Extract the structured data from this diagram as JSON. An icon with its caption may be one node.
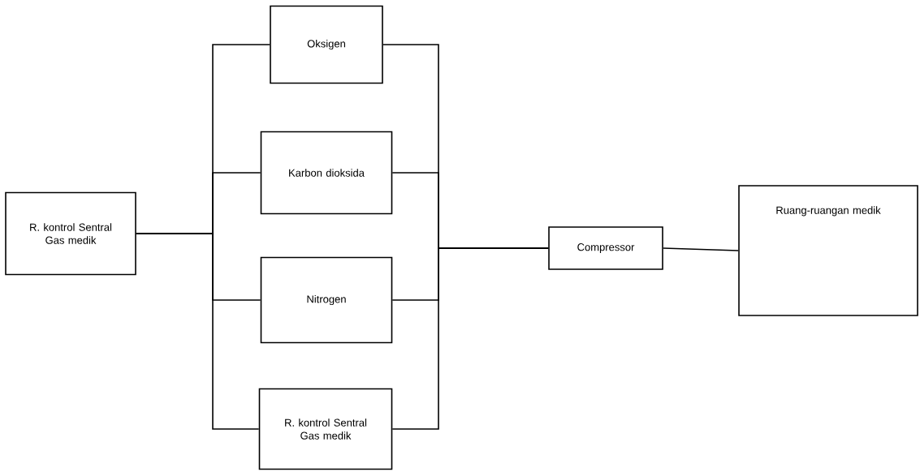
{
  "diagram": {
    "nodes": [
      {
        "text": [
          "R. kontrol Sentral Gas medik"
        ]
      },
      {
        "text": [
          "Oksigen"
        ]
      },
      {
        "text": [
          "Karbon dioksida"
        ]
      },
      {
        "text": [
          "Nitrogen"
        ]
      },
      {
        "text": [
          "R. kontrol Sentral Gas medik"
        ]
      },
      {
        "text": [
          "Compressor"
        ]
      },
      {
        "text": [
          "Ruang-ruangan medik"
        ]
      }
    ],
    "edges": [
      {
        "from": 0,
        "to": 1,
        "arrow": "none"
      },
      {
        "from": 0,
        "to": 2,
        "arrow": "none"
      },
      {
        "from": 0,
        "to": 3,
        "arrow": "none"
      },
      {
        "from": 0,
        "to": 4,
        "arrow": "none"
      },
      {
        "from": 1,
        "to": 5,
        "arrow": "none"
      },
      {
        "from": 2,
        "to": 5,
        "arrow": "none"
      },
      {
        "from": 3,
        "to": 5,
        "arrow": "none"
      },
      {
        "from": 4,
        "to": 5,
        "arrow": "none"
      },
      {
        "from": 5,
        "to": 6,
        "arrow": "none"
      }
    ]
  }
}
